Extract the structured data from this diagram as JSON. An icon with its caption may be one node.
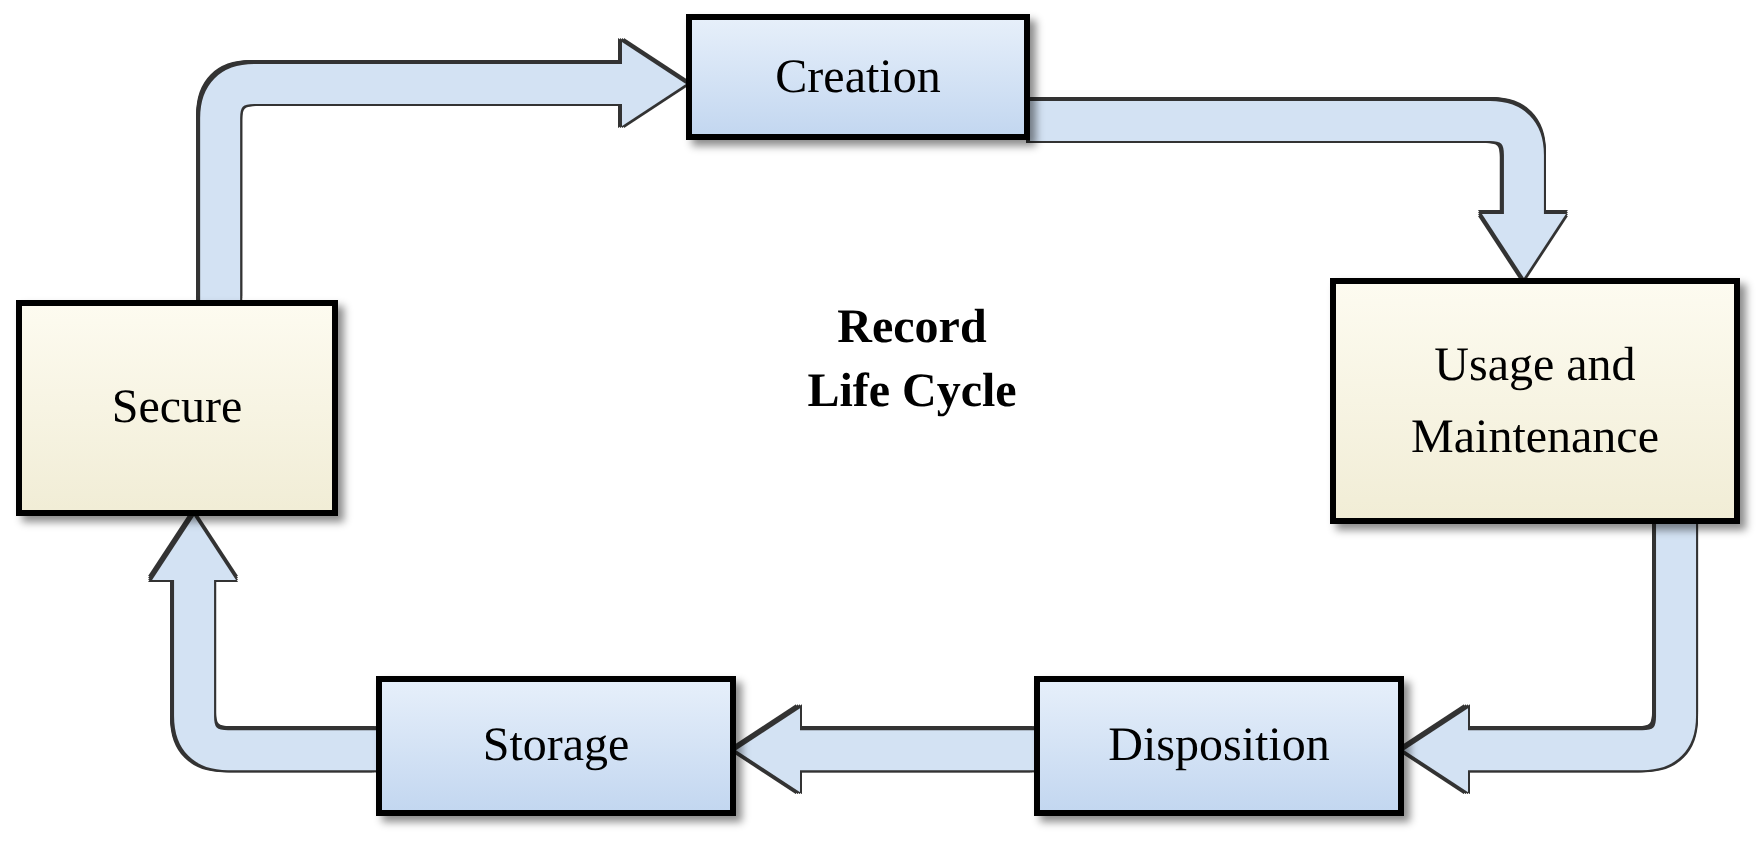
{
  "diagram": {
    "title": "Record Life Cycle",
    "nodes": [
      {
        "text": [
          "Creation"
        ]
      },
      {
        "text": [
          "Usage and Maintenance"
        ]
      },
      {
        "text": [
          "Disposition"
        ]
      },
      {
        "text": [
          "Storage"
        ]
      },
      {
        "text": [
          "Secure"
        ]
      }
    ],
    "edges": [
      {
        "from": 4,
        "to": 0,
        "arrow": "to"
      },
      {
        "from": 0,
        "to": 1,
        "arrow": "to"
      },
      {
        "from": 1,
        "to": 2,
        "arrow": "to"
      },
      {
        "from": 2,
        "to": 3,
        "arrow": "to"
      },
      {
        "from": 3,
        "to": 4,
        "arrow": "to"
      }
    ]
  }
}
